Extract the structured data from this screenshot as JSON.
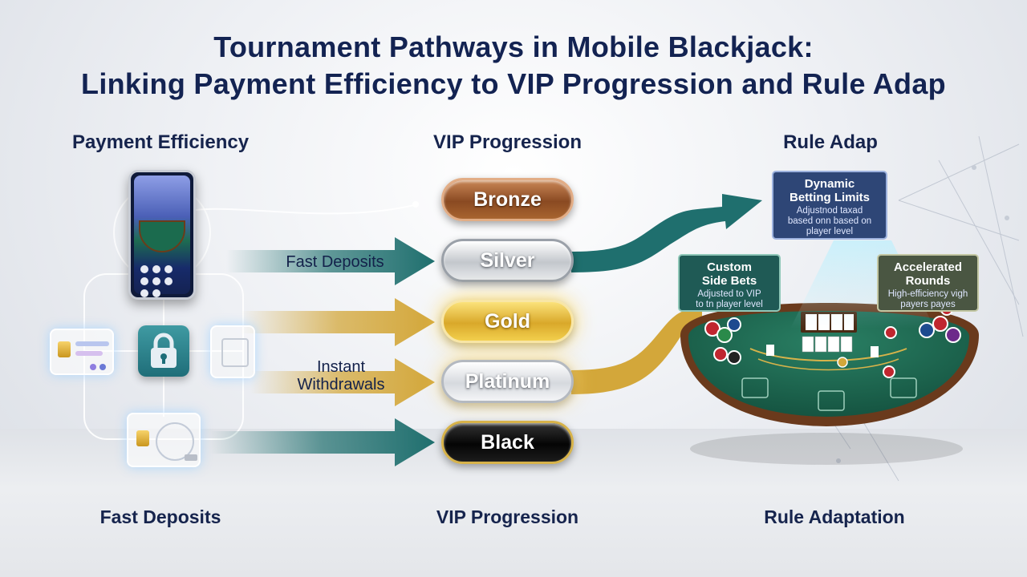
{
  "title_line1": "Tournament Pathways in Mobile Blackjack:",
  "title_line2": "Linking Payment Efficiency to VIP Progression and Rule Adap",
  "columns": {
    "left_header": "Payment Efficiency",
    "center_header": "VIP Progression",
    "right_header": "Rule Adap",
    "left_footer": "Fast Deposits",
    "center_footer": "VIP Progression",
    "right_footer": "Rule Adaptation"
  },
  "tiers": [
    "Bronze",
    "Silver",
    "Gold",
    "Platinum",
    "Black"
  ],
  "flow_labels": {
    "fast_deposits": "Fast Deposits",
    "instant_withdrawals_line1": "Instant",
    "instant_withdrawals_line2": "Withdrawals"
  },
  "rule_boxes": {
    "dynamic": {
      "heading_line1": "Dynamic",
      "heading_line2": "Betting Limits",
      "body_line1": "Adjustnod taxad",
      "body_line2": "based onn based on",
      "body_line3": "player level"
    },
    "side_bets": {
      "heading_line1": "Custom",
      "heading_line2": "Side Bets",
      "body_line1": "Adjusted to VIP",
      "body_line2": "to tn player level"
    },
    "accelerated": {
      "heading_line1": "Accelerated",
      "heading_line2": "Rounds",
      "body_line1": "High-efficiency vigh",
      "body_line2": "payers payes"
    }
  },
  "icons": [
    "smartphone-icon",
    "lock-icon",
    "credit-card-icon",
    "blackjack-table-icon",
    "poker-chip-icon",
    "playing-card-icon"
  ],
  "colors": {
    "teal_flow": "#1f6f6e",
    "gold_flow": "#d3a73a",
    "title_navy": "#132352",
    "felt_green": "#1d6a52"
  }
}
